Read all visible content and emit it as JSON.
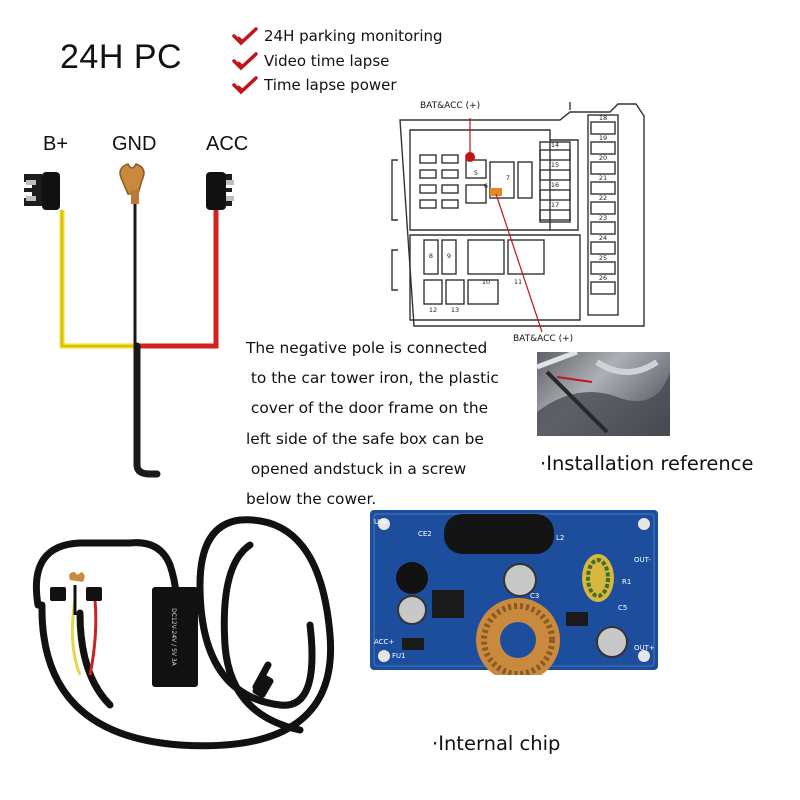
{
  "product_title": "24H PC",
  "features": [
    "24H parking monitoring",
    "Video time lapse",
    "Time lapse power"
  ],
  "wires": {
    "b_plus": "B+",
    "gnd": "GND",
    "acc": "ACC"
  },
  "fuse_box": {
    "top_label": "BAT&ACC (+)",
    "bottom_label": "BAT&ACC (+)",
    "numbers": [
      "14",
      "15",
      "16",
      "17",
      "18",
      "19",
      "20",
      "21",
      "22",
      "23",
      "24",
      "25",
      "26",
      "10",
      "11",
      "12",
      "13",
      "8",
      "9",
      "6",
      "7",
      "5"
    ]
  },
  "description_lines": [
    "The negative pole is connected",
    " to the car tower iron, the plastic",
    " cover of the door frame on the",
    "left side of the safe box can be",
    " opened andstuck in a screw",
    "below the cower."
  ],
  "installation_caption": "·Installation reference",
  "chip_caption": "·Internal chip",
  "board_labels": {
    "uin": "UIN-",
    "ce2": "CE2",
    "acc_plus": "ACC+",
    "fu1": "FU1",
    "l2": "L2",
    "c3": "C3",
    "c5": "C5",
    "r1": "R1",
    "out_minus": "OUT-",
    "out_plus": "OUT+"
  },
  "module_label": "DC12V-24V / 5V 3A",
  "colors": {
    "wire_yellow": "#f2dc1c",
    "wire_red": "#d61f1f",
    "wire_black": "#1a1a1a",
    "check_red": "#c0151a",
    "pcb_blue": "#1d4e9e",
    "copper": "#c98a3e"
  }
}
